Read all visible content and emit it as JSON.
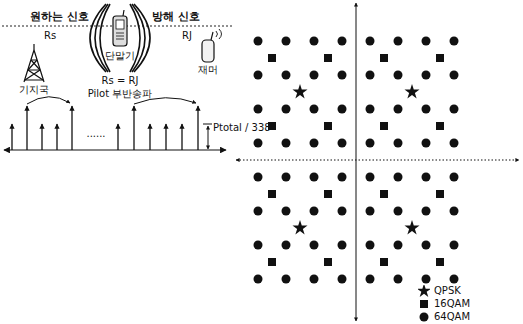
{
  "diagram": {
    "labels": [
      "원하는 신호",
      "방해 신호",
      "Rs",
      "RJ",
      "기지국",
      "단말기",
      "재머",
      "Rs = RJ",
      "Pilot 부반송파",
      "......",
      "Ptotal / 338"
    ],
    "legend": [
      {
        "text": "QPSK"
      },
      {
        "text": "16QAM"
      },
      {
        "text": "64QAM"
      }
    ]
  }
}
